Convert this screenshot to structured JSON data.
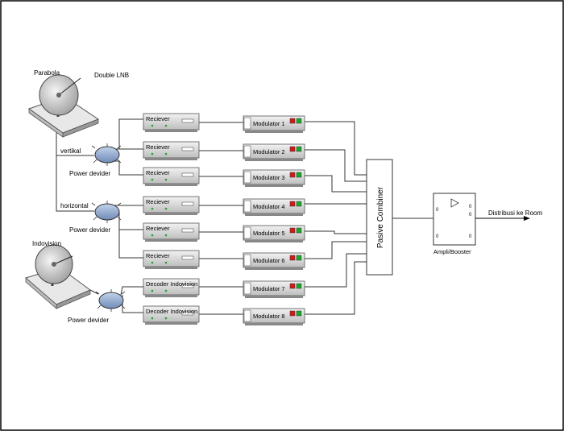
{
  "labels": {
    "parabola": "Parabola",
    "double_lnb": "Double LNB",
    "vertikal": "vertikal",
    "horizontal": "horizontal",
    "indovision": "Indovision",
    "power_devider": "Power devider",
    "combiner": "Pasive Combiner",
    "amplifier": "Ampli/Booster",
    "output": "Distribusi ke Room",
    "amp_port": "0"
  },
  "receivers": [
    "Reciever",
    "Reciever",
    "Reciever",
    "Reciever",
    "Reciever",
    "Reciever",
    "Decoder Indovision",
    "Decoder Indovision"
  ],
  "modulators": [
    "Modulator 1",
    "Modulator 2",
    "Modulator 3",
    "Modulator 4",
    "Modulator 5",
    "Modulator 6",
    "Modulator 7",
    "Modulator 8"
  ],
  "colors": {
    "splitter_fill": "#8fa6c9",
    "led_red": "#d11a1a",
    "led_green": "#1aa82a",
    "device_fill": "#d9d9d9"
  }
}
